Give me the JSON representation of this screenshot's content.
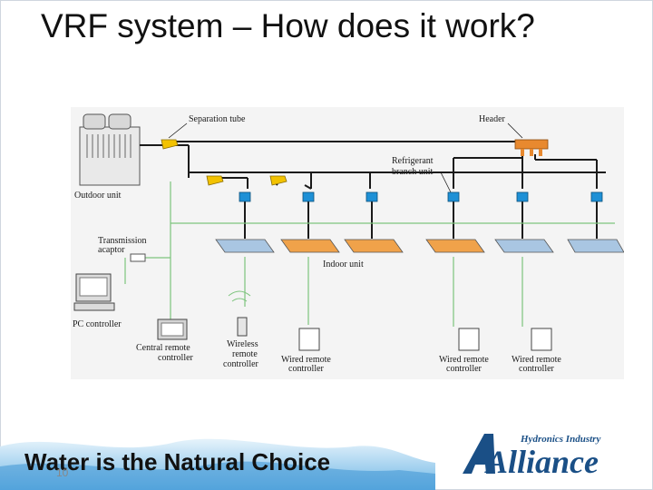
{
  "slide": {
    "title": "VRF system – How does it work?",
    "tagline": "Water is the Natural Choice",
    "slide_number": "10"
  },
  "diagram": {
    "labels": {
      "separation_tube": "Separation tube",
      "header": "Header",
      "outdoor_unit": "Outdoor unit",
      "refrigerant_branch_unit_line1": "Refrigerant",
      "refrigerant_branch_unit_line2": "branch unit",
      "transmission_adaptor_line1": "Transmission",
      "transmission_adaptor_line2": "acaptor",
      "indoor_unit": "Indoor unit",
      "pc_controller": "PC controller",
      "central_remote_line1": "Central remote",
      "central_remote_line2": "controller",
      "wireless_remote_line1": "Wireless",
      "wireless_remote_line2": "remote",
      "wireless_remote_line3": "controller",
      "wired_remote_1_line1": "Wired remote",
      "wired_remote_1_line2": "controller",
      "wired_remote_2_line1": "Wired remote",
      "wired_remote_2_line2": "controller",
      "wired_remote_3_line1": "Wired remote",
      "wired_remote_3_line2": "controller"
    },
    "colors": {
      "refrigerant_pipe": "#1a1a1a",
      "signal_line": "#7dc47d",
      "separation_tube": "#f2c200",
      "header": "#e8892f",
      "branch_box": "#1e90d6",
      "indoor_unit_blue": "#a9c6e2",
      "indoor_unit_orange": "#f0a24a",
      "label_text": "#1a1a1a"
    }
  },
  "logo": {
    "small_text": "Hydronics Industry",
    "big_text": "Alliance",
    "text_color": "#1a4f86"
  }
}
